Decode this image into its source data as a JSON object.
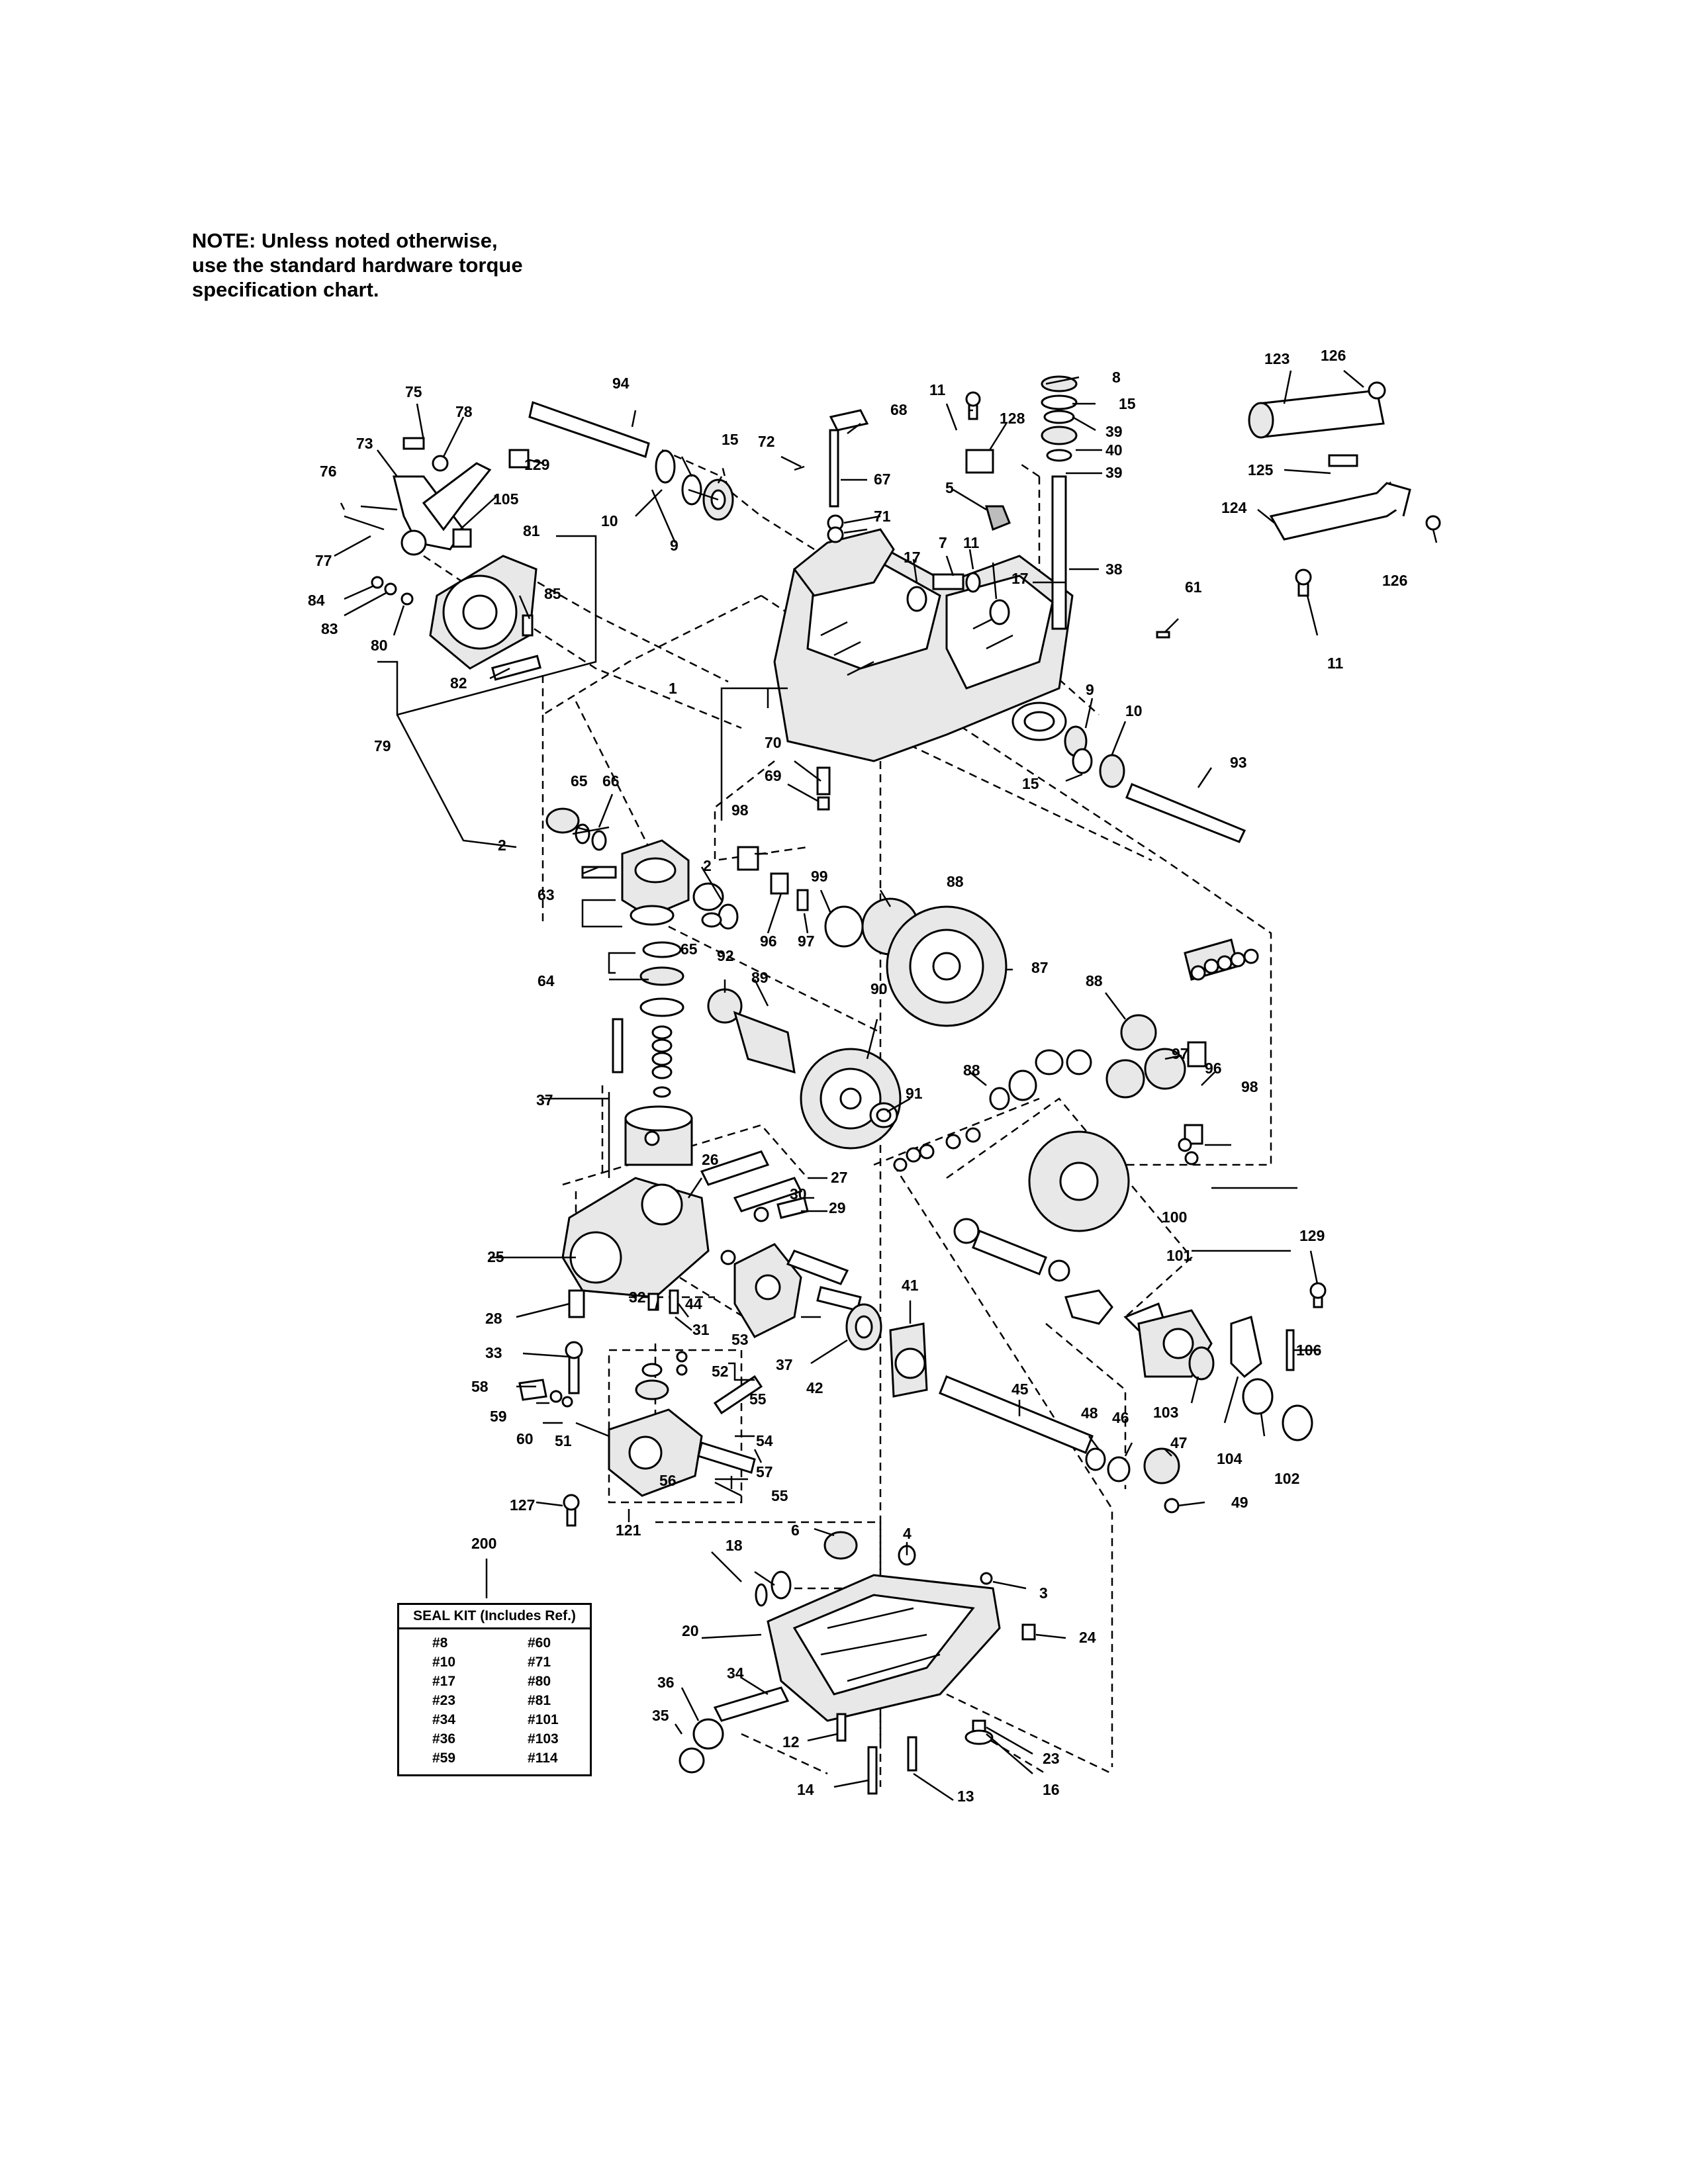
{
  "note": {
    "lines": [
      "NOTE: Unless noted otherwise,",
      "use the standard hardware torque",
      "specification chart."
    ]
  },
  "callouts": {
    "c1": "1",
    "c2a": "2",
    "c2b": "2",
    "c3": "3",
    "c4": "4",
    "c5": "5",
    "c6": "6",
    "c7": "7",
    "c8": "8",
    "c9a": "9",
    "c9b": "9",
    "c10a": "10",
    "c10b": "10",
    "c11a": "11",
    "c11b": "11",
    "c11c": "11",
    "c12": "12",
    "c13": "13",
    "c14": "14",
    "c15a": "15",
    "c15b": "15",
    "c15c": "15",
    "c16": "16",
    "c17a": "17",
    "c17b": "17",
    "c18": "18",
    "c20": "20",
    "c23": "23",
    "c24": "24",
    "c25": "25",
    "c26": "26",
    "c27": "27",
    "c28": "28",
    "c29": "29",
    "c30": "30",
    "c31": "31",
    "c32": "32",
    "c33": "33",
    "c34": "34",
    "c35": "35",
    "c36": "36",
    "c37a": "37",
    "c37b": "37",
    "c38": "38",
    "c39a": "39",
    "c39b": "39",
    "c40": "40",
    "c41": "41",
    "c42": "42",
    "c44": "44",
    "c45": "45",
    "c46": "46",
    "c47": "47",
    "c48": "48",
    "c49": "49",
    "c51": "51",
    "c52": "52",
    "c53": "53",
    "c54": "54",
    "c55a": "55",
    "c55b": "55",
    "c56": "56",
    "c57": "57",
    "c58": "58",
    "c59": "59",
    "c60": "60",
    "c61": "61",
    "c63": "63",
    "c64": "64",
    "c65a": "65",
    "c65b": "65",
    "c66": "66",
    "c67": "67",
    "c68": "68",
    "c69": "69",
    "c70": "70",
    "c71": "71",
    "c72": "72",
    "c73": "73",
    "c75": "75",
    "c76": "76",
    "c77": "77",
    "c78": "78",
    "c79": "79",
    "c80": "80",
    "c81": "81",
    "c82": "82",
    "c83": "83",
    "c84": "84",
    "c85": "85",
    "c87": "87",
    "c88a": "88",
    "c88b": "88",
    "c88c": "88",
    "c89": "89",
    "c90": "90",
    "c91": "91",
    "c92": "92",
    "c93": "93",
    "c94": "94",
    "c96a": "96",
    "c96b": "96",
    "c97a": "97",
    "c97b": "97",
    "c98a": "98",
    "c98b": "98",
    "c99": "99",
    "c100": "100",
    "c101": "101",
    "c102": "102",
    "c103": "103",
    "c104": "104",
    "c105": "105",
    "c106": "106",
    "c121": "121",
    "c123": "123",
    "c124": "124",
    "c125": "125",
    "c126a": "126",
    "c126b": "126",
    "c127": "127",
    "c128": "128",
    "c129a": "129",
    "c129b": "129",
    "c200": "200"
  },
  "seal_kit": {
    "title": "SEAL KIT (Includes Ref.)",
    "col1": [
      "#8",
      "#10",
      "#17",
      "#23",
      "#34",
      "#36",
      "#59"
    ],
    "col2": [
      "#60",
      "#71",
      "#80",
      "#81",
      "#101",
      "#103",
      "#114"
    ]
  }
}
